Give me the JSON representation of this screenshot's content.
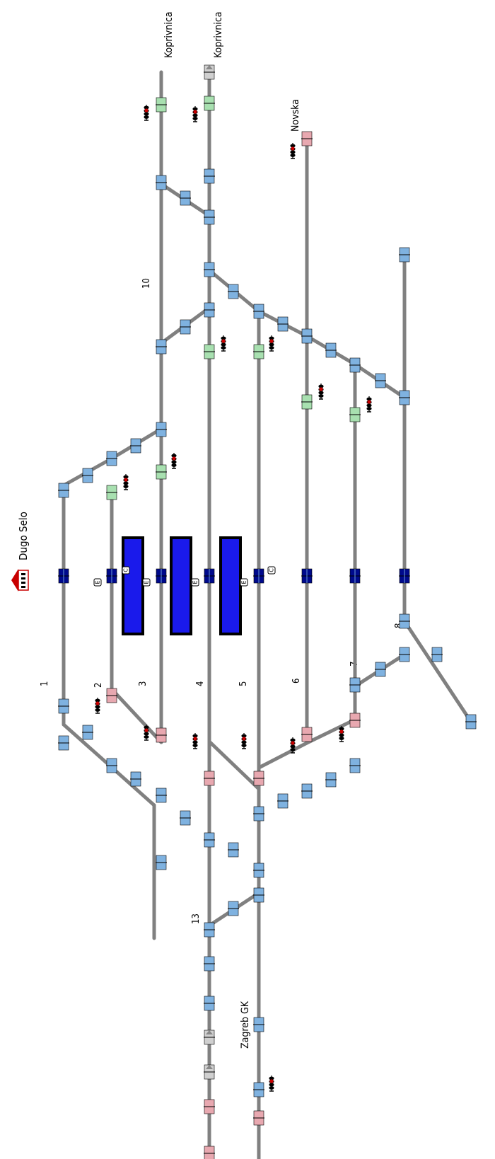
{
  "station": {
    "name": "Dugo Selo"
  },
  "destinations": {
    "koprivnica_1": "Koprivnica",
    "koprivnica_2": "Koprivnica",
    "novska": "Novska",
    "zagreb": "Zagreb GK"
  },
  "track_numbers": {
    "t1": "1",
    "t2": "2",
    "t3": "3",
    "t4": "4",
    "t5": "5",
    "t6": "6",
    "t7": "7",
    "t8": "8",
    "t10": "10",
    "t13": "13"
  },
  "colors": {
    "track": "#808080",
    "free_block": "#7fb2e0",
    "occupied_platform": "#1a1aeb",
    "station_block": "#000a8c",
    "signal_red": "#e8a8b0",
    "signal_green": "#a8e0b0",
    "signal_grey": "#d0d0d0",
    "signal_head": "#c80000"
  },
  "platform_tags": {
    "e": "E",
    "c": "C"
  }
}
